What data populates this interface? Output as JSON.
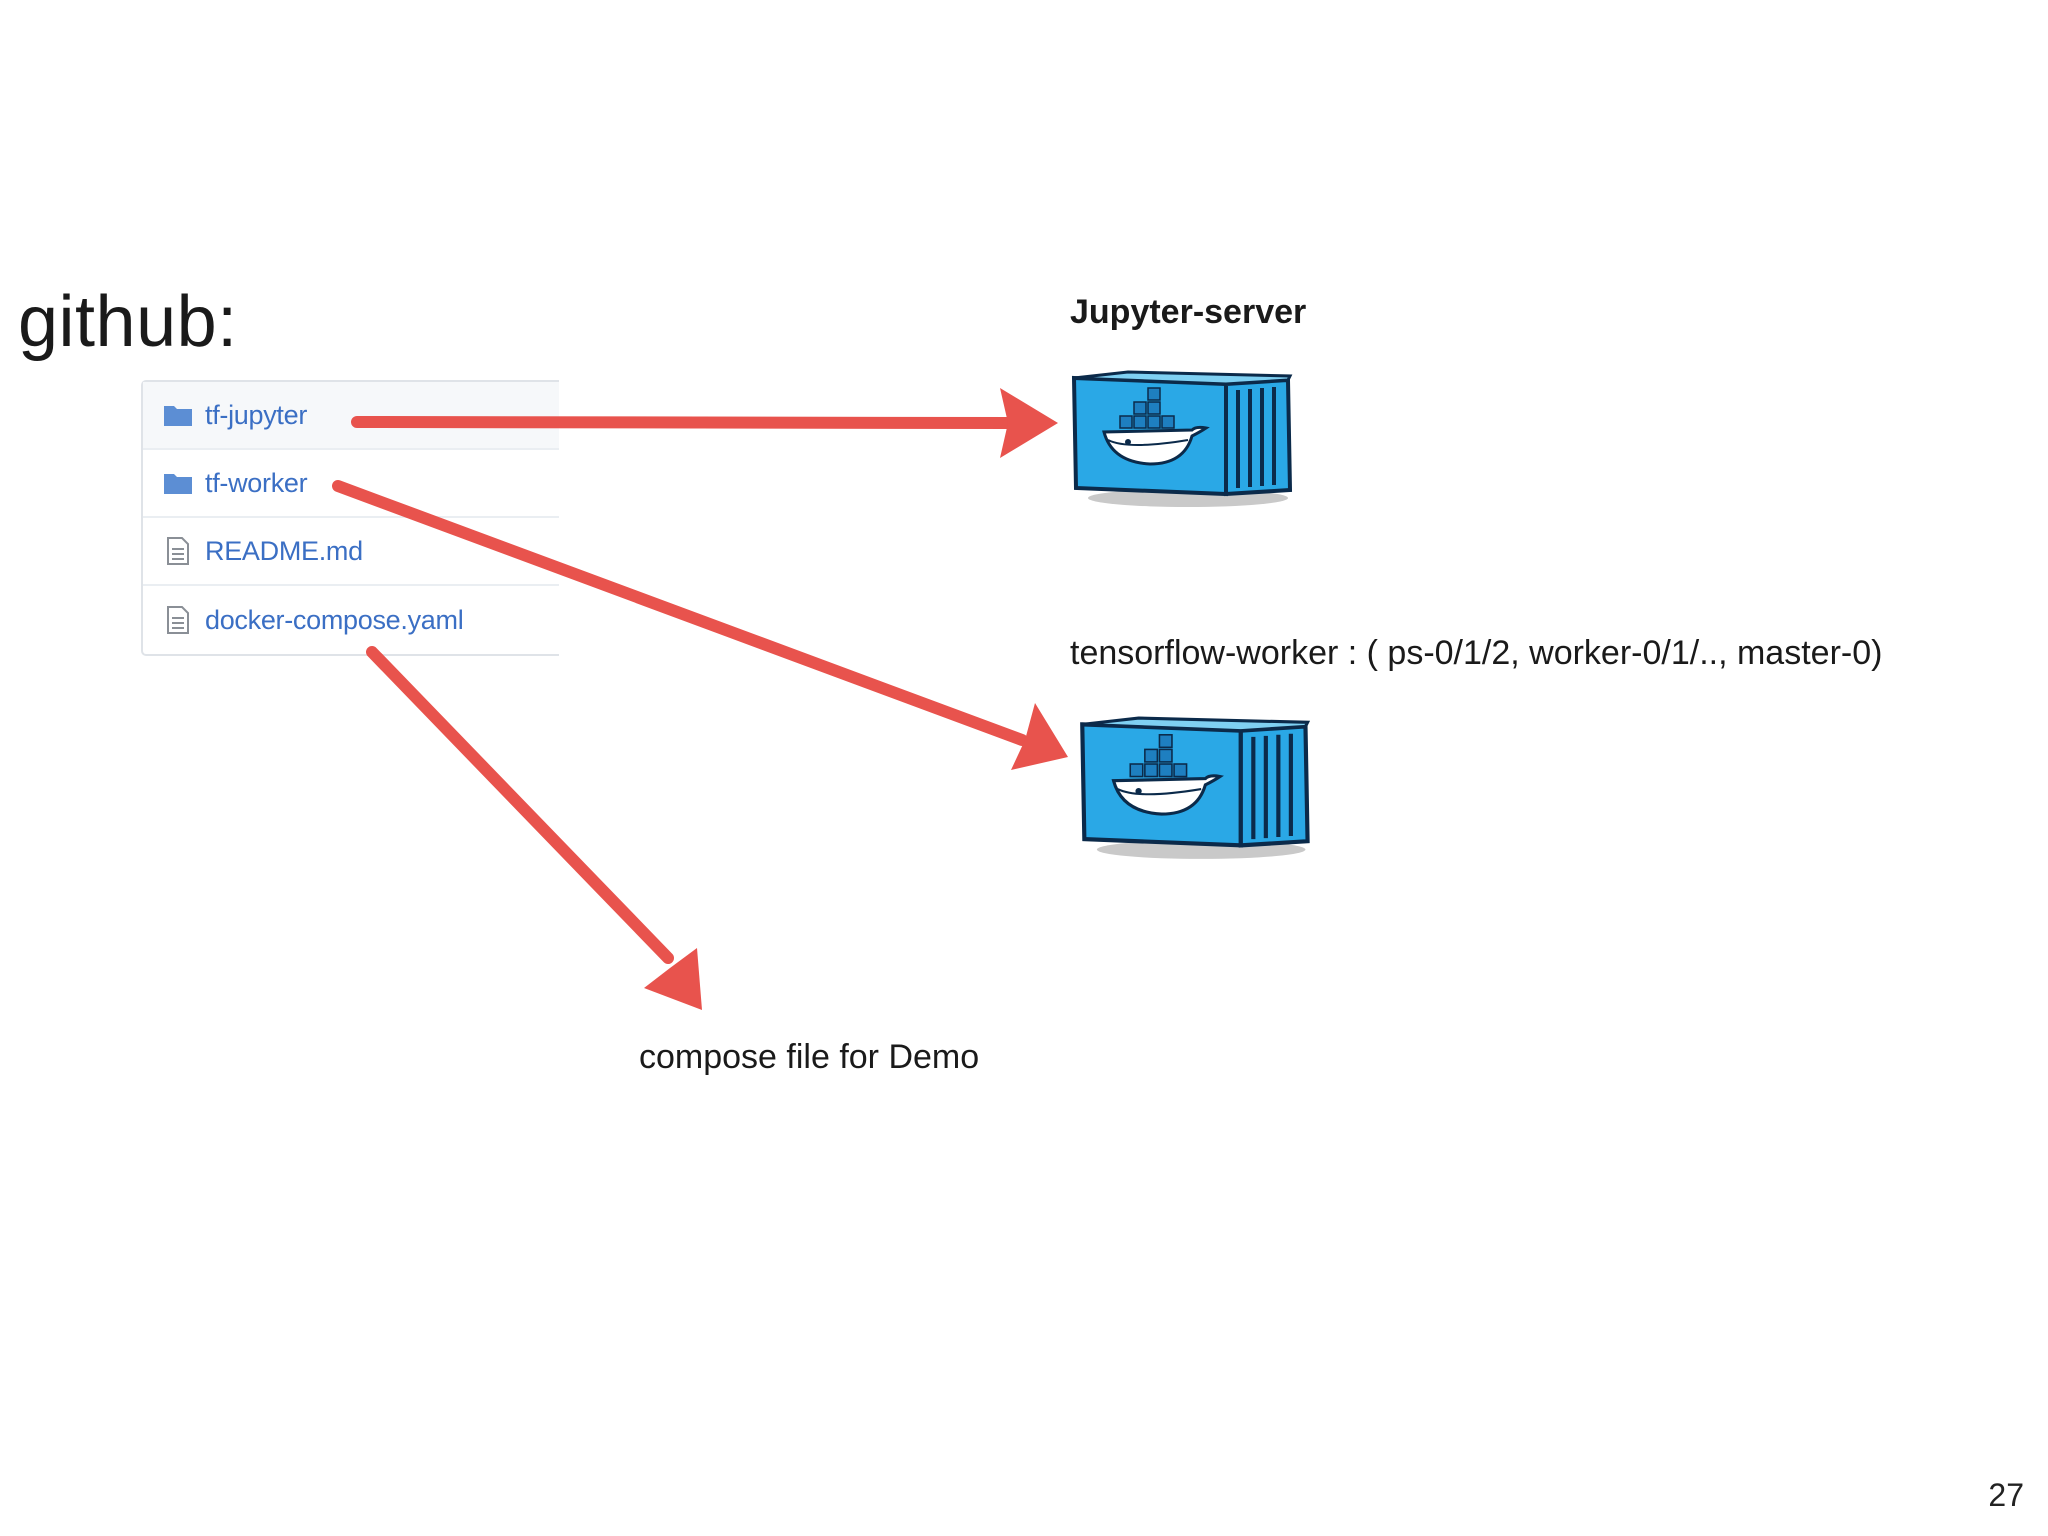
{
  "slide": {
    "title": "github:",
    "page_number": "27"
  },
  "file_list": {
    "items": [
      {
        "name": "tf-jupyter",
        "icon": "folder-icon"
      },
      {
        "name": "tf-worker",
        "icon": "folder-icon"
      },
      {
        "name": "README.md",
        "icon": "file-icon"
      },
      {
        "name": "docker-compose.yaml",
        "icon": "file-icon"
      }
    ]
  },
  "nodes": {
    "jupyter": {
      "label": "Jupyter-server",
      "icon": "docker-container-icon"
    },
    "worker": {
      "label": "tensorflow-worker :  ( ps-0/1/2, worker-0/1/.., master-0)",
      "icon": "docker-container-icon"
    },
    "compose": {
      "label": "compose file for Demo"
    }
  },
  "colors": {
    "arrow": "#e8534d",
    "container": "#2aa8e6",
    "link": "#3b6fc4"
  }
}
